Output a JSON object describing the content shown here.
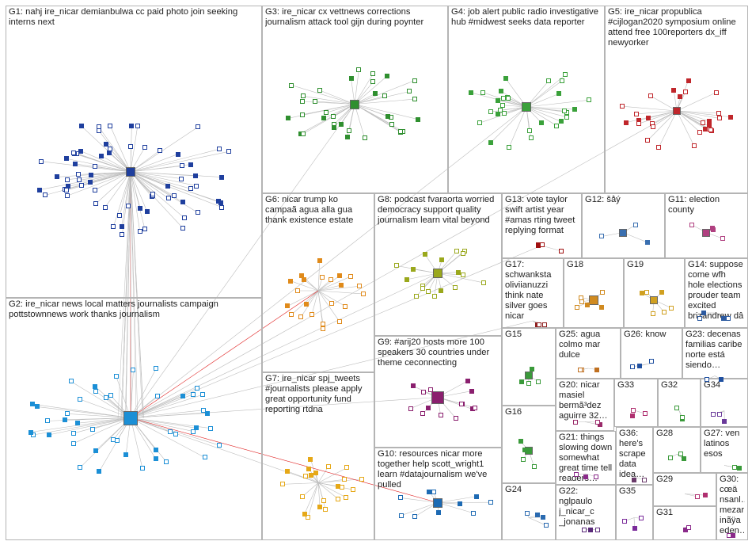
{
  "groups": [
    {
      "id": "G1",
      "label": "G1: nahj ire_nicar demianbulwa cc paid photo join seeking interns next"
    },
    {
      "id": "G2",
      "label": "G2: ire_nicar news local matters journalists campaign pottstownnews work thanks journalism"
    },
    {
      "id": "G3",
      "label": "G3: ire_nicar cx vettnews corrections journalism attack tool gijn during poynter"
    },
    {
      "id": "G4",
      "label": "G4: job alert public radio investigative hub #midwest seeks data reporter"
    },
    {
      "id": "G5",
      "label": "G5: ire_nicar propublica #cijlogan2020 symposium online attend free 100reporters dx_iff newyorker"
    },
    {
      "id": "G6",
      "label": "G6: nicar trump ko campaã agua alla gua thank existence estate"
    },
    {
      "id": "G7",
      "label": "G7: ire_nicar spj_tweets #journalists please apply great opportunity fund reporting rtdna"
    },
    {
      "id": "G8",
      "label": "G8: podcast fvaraorta worried democracy support quality journalism learn vital beyond"
    },
    {
      "id": "G9",
      "label": "G9: #arij20 hosts more 100 speakers 30 countries under theme ceconnecting"
    },
    {
      "id": "G10",
      "label": "G10: resources nicar more together help scott_wright1 learn #datajournalism we've pulled"
    },
    {
      "id": "G11",
      "label": "G11: election county"
    },
    {
      "id": "G12",
      "label": "G12: šǻý"
    },
    {
      "id": "G13",
      "label": "G13: vote taylor swift artist year #amas rting tweet replying format"
    },
    {
      "id": "G14",
      "label": "G14: suppose come wfh hole elections prouder team excited brizandrew dâ"
    },
    {
      "id": "G15",
      "label": "G15"
    },
    {
      "id": "G16",
      "label": "G16"
    },
    {
      "id": "G17",
      "label": "G17: schwanksta oliviianuzzi think nate silver goes nicar"
    },
    {
      "id": "G18",
      "label": "G18"
    },
    {
      "id": "G19",
      "label": "G19"
    },
    {
      "id": "G20",
      "label": "G20: nicar masiel bermã³dez aguirre 32…"
    },
    {
      "id": "G21",
      "label": "G21: things slowing down somewhat great time tell readers…"
    },
    {
      "id": "G22",
      "label": "G22: nglpaulo j_nicar_c _jonanas"
    },
    {
      "id": "G23",
      "label": "G23: decenas familias caribe norte está siendo…"
    },
    {
      "id": "G24",
      "label": "G24"
    },
    {
      "id": "G25",
      "label": "G25: agua colmo mar dulce"
    },
    {
      "id": "G26",
      "label": "G26: know"
    },
    {
      "id": "G27",
      "label": "G27: ven latinos esos"
    },
    {
      "id": "G28",
      "label": "G28"
    },
    {
      "id": "G29",
      "label": "G29"
    },
    {
      "id": "G30",
      "label": "G30: cœä nsanl… mezar inãÿa eden…"
    },
    {
      "id": "G31",
      "label": "G31"
    },
    {
      "id": "G32",
      "label": "G32"
    },
    {
      "id": "G33",
      "label": "G33"
    },
    {
      "id": "G34",
      "label": "G34"
    },
    {
      "id": "G35",
      "label": "G35"
    },
    {
      "id": "G36",
      "label": "G36: here's scrape data idea…"
    }
  ],
  "colors": {
    "G1": "#1f3f9e",
    "G2": "#1b8fd6",
    "G3": "#2f8f2f",
    "G4": "#3aa13a",
    "G5": "#c0262b",
    "G6": "#e08a1a",
    "G7": "#e6a817",
    "G8": "#9aa81c",
    "G9": "#8a1f6e",
    "G10": "#1d6ab3",
    "G11": "#b04080",
    "G12": "#3a6fb0",
    "G13": "#a01010",
    "G14": "#2c5aa0",
    "G15": "#3a9a3a",
    "G16": "#3a9a3a",
    "G17": "#902020",
    "G18": "#d08a20",
    "G19": "#d0a020",
    "G20": "#9a2a6a",
    "G21": "#8a2a8a",
    "G22": "#5a2a7a",
    "G23": "#2050a0",
    "G24": "#2a6ab0",
    "G25": "#c07020",
    "G26": "#2050a0",
    "G27": "#3a9a3a",
    "G28": "#3a9a3a",
    "G29": "#b03070",
    "G30": "#8a2a8a",
    "G31": "#8a2a8a",
    "G32": "#3a9a3a",
    "G33": "#b03070",
    "G34": "#6a3a9a",
    "G35": "#7a2a9a",
    "G36": "#6a3a6a",
    "edge": "#bdbdbd",
    "edge_red": "#e02020",
    "border": "#b4b4b4"
  }
}
